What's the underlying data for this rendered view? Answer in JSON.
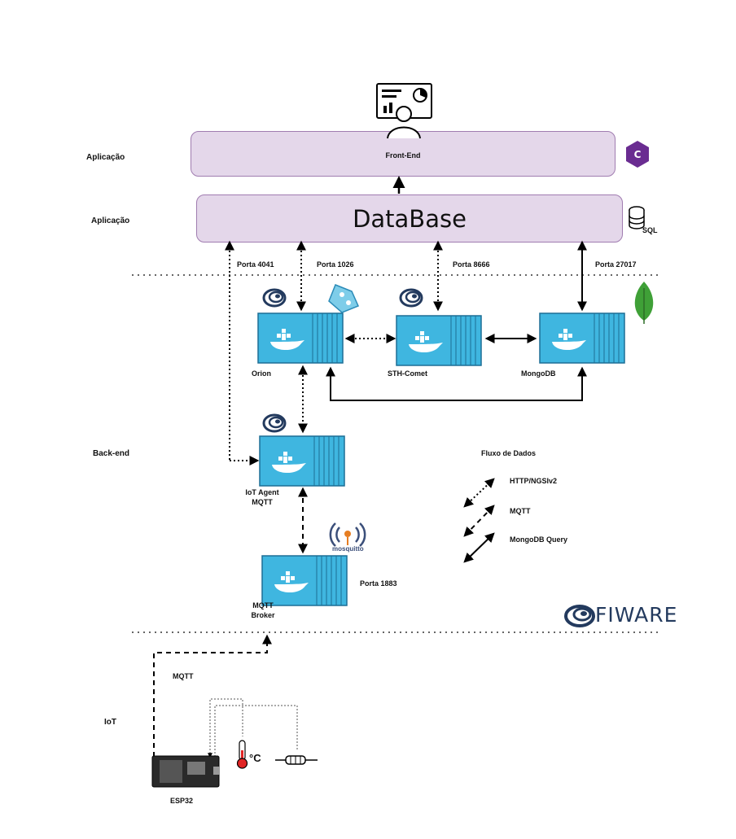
{
  "layers": {
    "app1": "Aplicação",
    "app2": "Aplicação",
    "backend": "Back-end",
    "iot": "IoT"
  },
  "frontend": {
    "label": "Front-End"
  },
  "database": {
    "label": "DataBase",
    "sql_badge": "SQL"
  },
  "ports": {
    "p4041": "Porta 4041",
    "p1026": "Porta 1026",
    "p8666": "Porta 8666",
    "p27017": "Porta 27017",
    "p1883": "Porta 1883"
  },
  "containers": {
    "orion": "Orion",
    "sth": "STH-Comet",
    "mongo": "MongoDB",
    "iotagent_l1": "IoT Agent",
    "iotagent_l2": "MQTT",
    "broker_l1": "MQTT",
    "broker_l2": "Broker"
  },
  "legend": {
    "title": "Fluxo de Dados",
    "http": "HTTP/NGSIv2",
    "mqtt": "MQTT",
    "mongo": "MongoDB Query"
  },
  "iot": {
    "mqtt_label": "MQTT",
    "esp32": "ESP32",
    "temp_unit": "°C"
  },
  "logos": {
    "fiware": "FIWARE",
    "mosquitto": "mosquitto"
  },
  "colors": {
    "box_fill": "#e4d7ea",
    "box_border": "#a07cb0",
    "container_blue": "#3fb6e0",
    "fiware_navy": "#233a5e",
    "mongo_green": "#3fa037"
  }
}
